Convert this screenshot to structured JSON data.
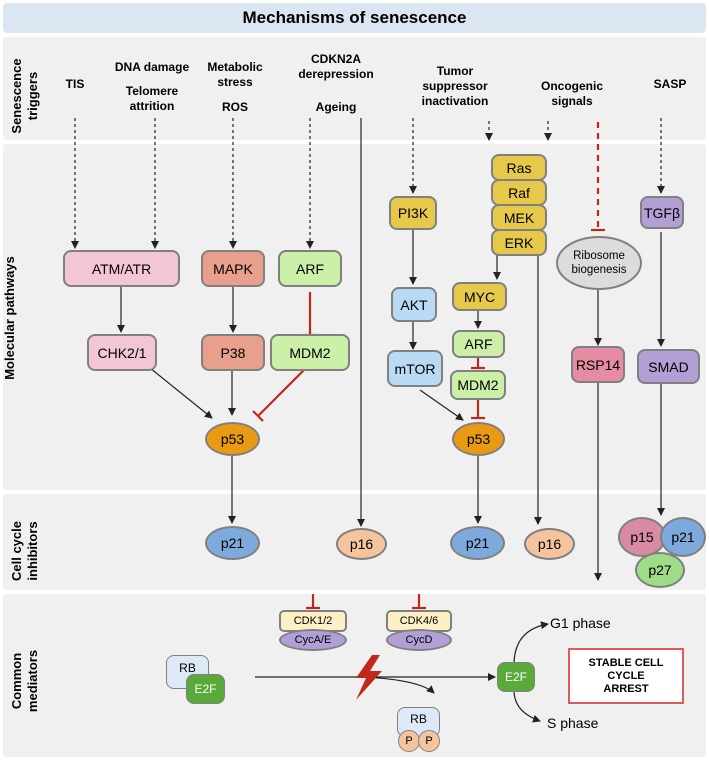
{
  "title": "Mechanisms of senescence",
  "sections": {
    "triggers": "Senescence triggers",
    "pathways": "Molecular pathways",
    "inhibitors": "Cell cycle inhibitors",
    "mediators": "Common mediators"
  },
  "triggers": {
    "tis": "TIS",
    "dna_damage": "DNA damage",
    "telomere": "Telomere attrition",
    "metabolic": "Metabolic stress",
    "ros": "ROS",
    "cdkn2a": "CDKN2A derepression",
    "ageing": "Ageing",
    "tumor_suppressor": "Tumor suppressor inactivation",
    "oncogenic": "Oncogenic signals",
    "sasp": "SASP"
  },
  "nodes": {
    "atm_atr": "ATM/ATR",
    "mapk": "MAPK",
    "arf1": "ARF",
    "chk": "CHK2/1",
    "p38": "P38",
    "mdm2_1": "MDM2",
    "p53_1": "p53",
    "p21_1": "p21",
    "p16_1": "p16",
    "pi3k": "PI3K",
    "akt": "AKT",
    "mtor": "mTOR",
    "ras": "Ras",
    "raf": "Raf",
    "mek": "MEK",
    "erk": "ERK",
    "myc": "MYC",
    "arf2": "ARF",
    "mdm2_2": "MDM2",
    "p53_2": "p53",
    "p21_2": "p21",
    "p16_2": "p16",
    "ribosome": "Ribosome biogenesis",
    "rsp14": "RSP14",
    "tgfb": "TGFβ",
    "smad": "SMAD",
    "p15": "p15",
    "p21_3": "p21",
    "p27": "p27"
  },
  "mediators": {
    "cdk12": "CDK1/2",
    "cyc_ae": "CycA/E",
    "cdk46": "CDK4/6",
    "cycd": "CycD",
    "rb": "RB",
    "e2f": "E2F",
    "rb2": "RB",
    "p_a": "P",
    "p_b": "P",
    "e2f2": "E2F",
    "g1": "G1 phase",
    "s": "S phase",
    "arrest": "STABLE CELL CYCLE ARREST"
  },
  "colors": {
    "pink": "#f3c6d6",
    "salmon": "#e8a08c",
    "lightgreen": "#cdf0a8",
    "blue": "#b8daf4",
    "yellow": "#e6c94a",
    "orange": "#e89a12",
    "midblue": "#7ea9dc",
    "peach": "#f6c49c",
    "purple": "#b29fd6",
    "rsp": "#e58ba2",
    "inhibit_red": "#c0281c",
    "e2f_green": "#5aaa3a"
  }
}
